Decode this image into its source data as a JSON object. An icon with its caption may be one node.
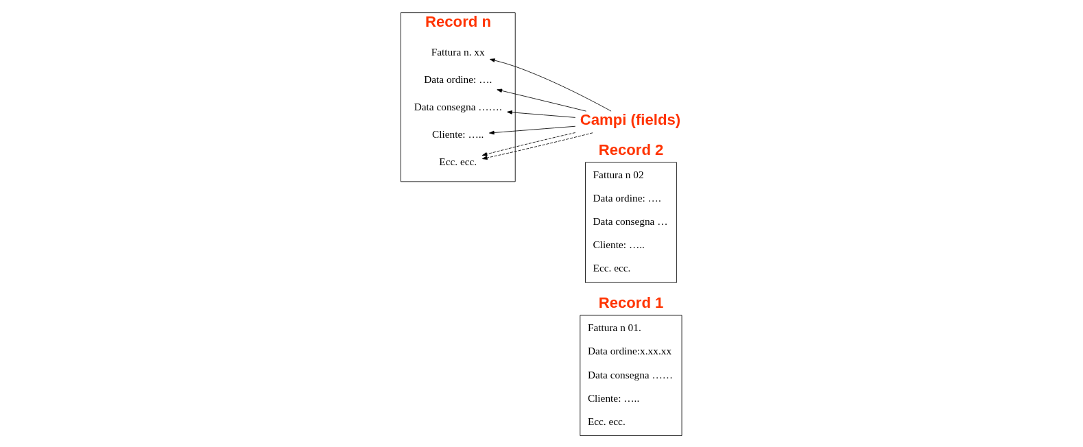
{
  "diagram": {
    "nodes": [
      {
        "text": [
          "Record 1",
          "Fattura n 01.",
          "Data ordine:x.xx.xx",
          "Data consegna ……",
          "Cliente: …..",
          "Ecc. ecc."
        ]
      },
      {
        "text": [
          "Record 2",
          "Fattura n 02",
          "Data ordine: ….",
          "Data consegna …",
          "Cliente: …..",
          "Ecc. ecc."
        ]
      },
      {
        "text": [
          "Record n"
        ]
      },
      {
        "text": [
          "Fattura n. xx"
        ],
        "in": 2
      },
      {
        "text": [
          "Data ordine: …."
        ],
        "in": 2
      },
      {
        "text": [
          "Data consegna ……."
        ],
        "in": 2
      },
      {
        "text": [
          "Cliente: ….."
        ],
        "in": 2
      },
      {
        "text": [
          "Ecc. ecc."
        ],
        "in": 2
      },
      {
        "text": [
          "Campi (fields)"
        ]
      }
    ],
    "edges": [
      {
        "from": 8,
        "to": 3,
        "arrow": "to"
      },
      {
        "from": 8,
        "to": 4,
        "arrow": "to"
      },
      {
        "from": 8,
        "to": 5,
        "arrow": "to"
      },
      {
        "from": 8,
        "to": 6,
        "arrow": "to"
      },
      {
        "from": 8,
        "to": 7,
        "arrow": "to",
        "style": "dashed"
      },
      {
        "from": 8,
        "to": 7,
        "arrow": "to",
        "style": "dashed"
      }
    ]
  }
}
